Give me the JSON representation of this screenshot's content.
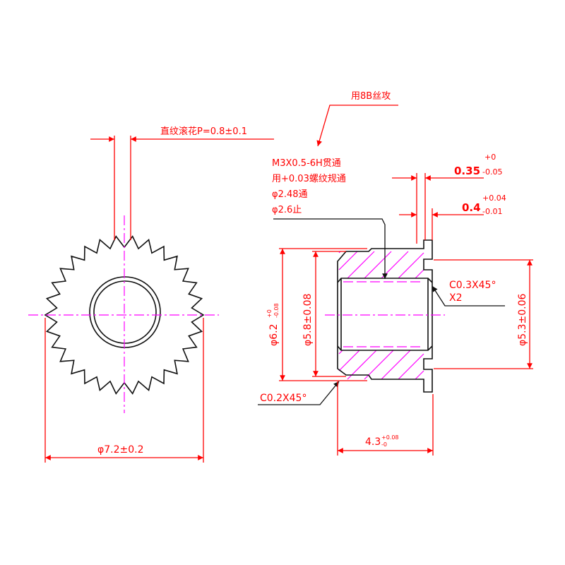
{
  "colors": {
    "dimension": "#ff0000",
    "outline": "#111111",
    "centerline": "#ff00ff"
  },
  "front_view": {
    "knurl_note": "直纹滚花P=0.8±0.1",
    "outer_diameter": "φ7.2±0.2"
  },
  "section_view": {
    "tap_note": "用8B丝攻",
    "thread_notes": [
      "M3X0.5-6H贯通",
      "用+0.03螺纹规通",
      "φ2.48通",
      "φ2.6止"
    ],
    "flange_thickness": {
      "nominal": "0.35",
      "upper": "+0",
      "lower": "-0.05"
    },
    "groove_width": {
      "nominal": "0.4",
      "upper": "+0.04",
      "lower": "-0.01"
    },
    "chamfer_inner": [
      "C0.3X45°",
      "X2"
    ],
    "chamfer_outer": "C0.2X45°",
    "dia_6_2": {
      "nominal": "φ6.2",
      "upper": "+0",
      "lower": "-0.08"
    },
    "dia_5_8": "φ5.8±0.08",
    "dia_5_3": "φ5.3±0.06",
    "length": {
      "nominal": "4.3",
      "upper": "+0.08",
      "lower": "-0"
    }
  }
}
